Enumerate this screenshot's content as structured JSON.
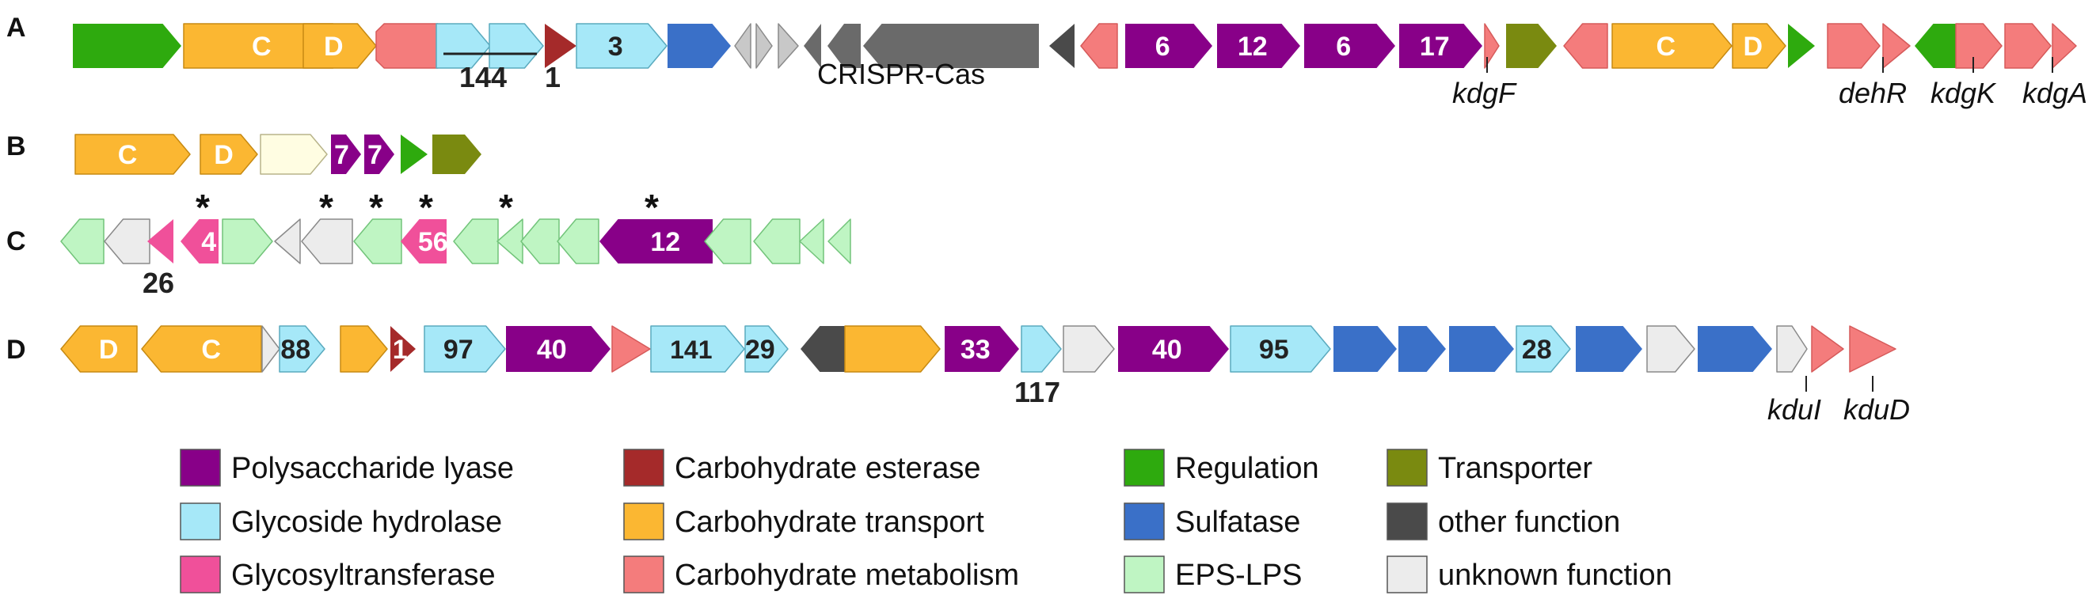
{
  "colors": {
    "polysaccharide_lyase": "#880088",
    "glycoside_hydrolase": "#a6e8f8",
    "glycosyltransferase": "#f0509a",
    "carbohydrate_esterase": "#a52a2a",
    "carbohydrate_transport": "#fbb732",
    "carbohydrate_metabolism": "#f47c7c",
    "regulation": "#2eaa0e",
    "sulfatase": "#3a70c8",
    "eps_lps": "#bff5c3",
    "transporter": "#7a8a10",
    "other_function": "#4a4a4a",
    "unknown_function": "#ececec",
    "crispr_gray": "#6a6a6a",
    "pale_yellow": "#fffde2",
    "gray_small": "#c8c8c8"
  },
  "rows": [
    {
      "label": "A"
    },
    {
      "label": "B"
    },
    {
      "label": "C"
    },
    {
      "label": "D"
    }
  ],
  "genes": {
    "A": [
      {
        "category": "regulation",
        "label": ""
      },
      {
        "category": "carbohydrate_transport",
        "label": "C"
      },
      {
        "category": "carbohydrate_transport",
        "label": "D"
      },
      {
        "category": "carbohydrate_metabolism",
        "label": ""
      },
      {
        "category": "glycoside_hydrolase",
        "label": ""
      },
      {
        "category": "glycoside_hydrolase",
        "label": ""
      },
      {
        "category": "carbohydrate_esterase",
        "label": ""
      },
      {
        "category": "glycoside_hydrolase",
        "label": "3"
      },
      {
        "category": "sulfatase",
        "label": ""
      },
      {
        "category": "gray_small",
        "label": ""
      },
      {
        "category": "gray_small",
        "label": ""
      },
      {
        "category": "gray_small",
        "label": ""
      },
      {
        "category": "crispr_gray",
        "label": ""
      },
      {
        "category": "crispr_gray",
        "label": ""
      },
      {
        "category": "crispr_gray",
        "label": ""
      },
      {
        "category": "other_function",
        "label": ""
      },
      {
        "category": "carbohydrate_metabolism",
        "label": ""
      },
      {
        "category": "polysaccharide_lyase",
        "label": "6"
      },
      {
        "category": "polysaccharide_lyase",
        "label": "12"
      },
      {
        "category": "polysaccharide_lyase",
        "label": "6"
      },
      {
        "category": "polysaccharide_lyase",
        "label": "17"
      },
      {
        "category": "carbohydrate_metabolism",
        "label": ""
      },
      {
        "category": "transporter",
        "label": ""
      },
      {
        "category": "carbohydrate_metabolism",
        "label": ""
      },
      {
        "category": "carbohydrate_transport",
        "label": "C"
      },
      {
        "category": "carbohydrate_transport",
        "label": "D"
      },
      {
        "category": "regulation",
        "label": ""
      },
      {
        "category": "carbohydrate_metabolism",
        "label": ""
      },
      {
        "category": "carbohydrate_metabolism",
        "label": ""
      },
      {
        "category": "regulation",
        "label": ""
      },
      {
        "category": "carbohydrate_metabolism",
        "label": ""
      },
      {
        "category": "carbohydrate_metabolism",
        "label": ""
      },
      {
        "category": "carbohydrate_metabolism",
        "label": ""
      }
    ],
    "B": [
      {
        "category": "carbohydrate_transport",
        "label": "C"
      },
      {
        "category": "carbohydrate_transport",
        "label": "D"
      },
      {
        "category": "pale_yellow",
        "label": ""
      },
      {
        "category": "polysaccharide_lyase",
        "label": "7"
      },
      {
        "category": "polysaccharide_lyase",
        "label": "7"
      },
      {
        "category": "regulation",
        "label": ""
      },
      {
        "category": "transporter",
        "label": ""
      }
    ],
    "C": [
      {
        "category": "eps_lps",
        "label": ""
      },
      {
        "category": "unknown_function",
        "label": ""
      },
      {
        "category": "glycosyltransferase",
        "label": ""
      },
      {
        "category": "glycosyltransferase",
        "label": "4"
      },
      {
        "category": "eps_lps",
        "label": ""
      },
      {
        "category": "unknown_function",
        "label": ""
      },
      {
        "category": "unknown_function",
        "label": ""
      },
      {
        "category": "eps_lps",
        "label": ""
      },
      {
        "category": "glycosyltransferase",
        "label": "56"
      },
      {
        "category": "eps_lps",
        "label": ""
      },
      {
        "category": "eps_lps",
        "label": ""
      },
      {
        "category": "eps_lps",
        "label": ""
      },
      {
        "category": "eps_lps",
        "label": ""
      },
      {
        "category": "polysaccharide_lyase",
        "label": "12"
      },
      {
        "category": "eps_lps",
        "label": ""
      },
      {
        "category": "eps_lps",
        "label": ""
      },
      {
        "category": "eps_lps",
        "label": ""
      },
      {
        "category": "eps_lps",
        "label": ""
      }
    ],
    "D": [
      {
        "category": "carbohydrate_transport",
        "label": "D"
      },
      {
        "category": "carbohydrate_transport",
        "label": "C"
      },
      {
        "category": "unknown_function",
        "label": ""
      },
      {
        "category": "glycoside_hydrolase",
        "label": "88"
      },
      {
        "category": "carbohydrate_transport",
        "label": ""
      },
      {
        "category": "carbohydrate_esterase",
        "label": "1"
      },
      {
        "category": "glycoside_hydrolase",
        "label": "97"
      },
      {
        "category": "polysaccharide_lyase",
        "label": "40"
      },
      {
        "category": "carbohydrate_metabolism",
        "label": ""
      },
      {
        "category": "glycoside_hydrolase",
        "label": "141"
      },
      {
        "category": "glycoside_hydrolase",
        "label": "29"
      },
      {
        "category": "other_function",
        "label": ""
      },
      {
        "category": "carbohydrate_transport",
        "label": ""
      },
      {
        "category": "polysaccharide_lyase",
        "label": "33"
      },
      {
        "category": "glycoside_hydrolase",
        "label": ""
      },
      {
        "category": "unknown_function",
        "label": ""
      },
      {
        "category": "polysaccharide_lyase",
        "label": "40"
      },
      {
        "category": "glycoside_hydrolase",
        "label": "95"
      },
      {
        "category": "sulfatase",
        "label": ""
      },
      {
        "category": "sulfatase",
        "label": ""
      },
      {
        "category": "sulfatase",
        "label": ""
      },
      {
        "category": "glycoside_hydrolase",
        "label": "28"
      },
      {
        "category": "sulfatase",
        "label": ""
      },
      {
        "category": "unknown_function",
        "label": ""
      },
      {
        "category": "sulfatase",
        "label": ""
      },
      {
        "category": "unknown_function",
        "label": ""
      },
      {
        "category": "carbohydrate_metabolism",
        "label": ""
      },
      {
        "category": "carbohydrate_metabolism",
        "label": ""
      }
    ]
  },
  "annotations": {
    "gh144": "144",
    "ce1": "1",
    "crispr": "CRISPR-Cas",
    "kdgF": "kdgF",
    "dehR": "dehR",
    "kdgK": "kdgK",
    "kdgA": "kdgA",
    "gt26": "26",
    "gh117": "117",
    "kduI": "kduI",
    "kduD": "kduD",
    "star": "*"
  },
  "legend": [
    {
      "category": "polysaccharide_lyase",
      "label": "Polysaccharide lyase"
    },
    {
      "category": "carbohydrate_esterase",
      "label": "Carbohydrate esterase"
    },
    {
      "category": "regulation",
      "label": "Regulation"
    },
    {
      "category": "transporter",
      "label": "Transporter"
    },
    {
      "category": "glycoside_hydrolase",
      "label": "Glycoside hydrolase"
    },
    {
      "category": "carbohydrate_transport",
      "label": "Carbohydrate transport"
    },
    {
      "category": "sulfatase",
      "label": "Sulfatase"
    },
    {
      "category": "other_function",
      "label": "other function"
    },
    {
      "category": "glycosyltransferase",
      "label": "Glycosyltransferase"
    },
    {
      "category": "carbohydrate_metabolism",
      "label": "Carbohydrate metabolism"
    },
    {
      "category": "eps_lps",
      "label": "EPS-LPS"
    },
    {
      "category": "unknown_function",
      "label": "unknown function"
    }
  ]
}
